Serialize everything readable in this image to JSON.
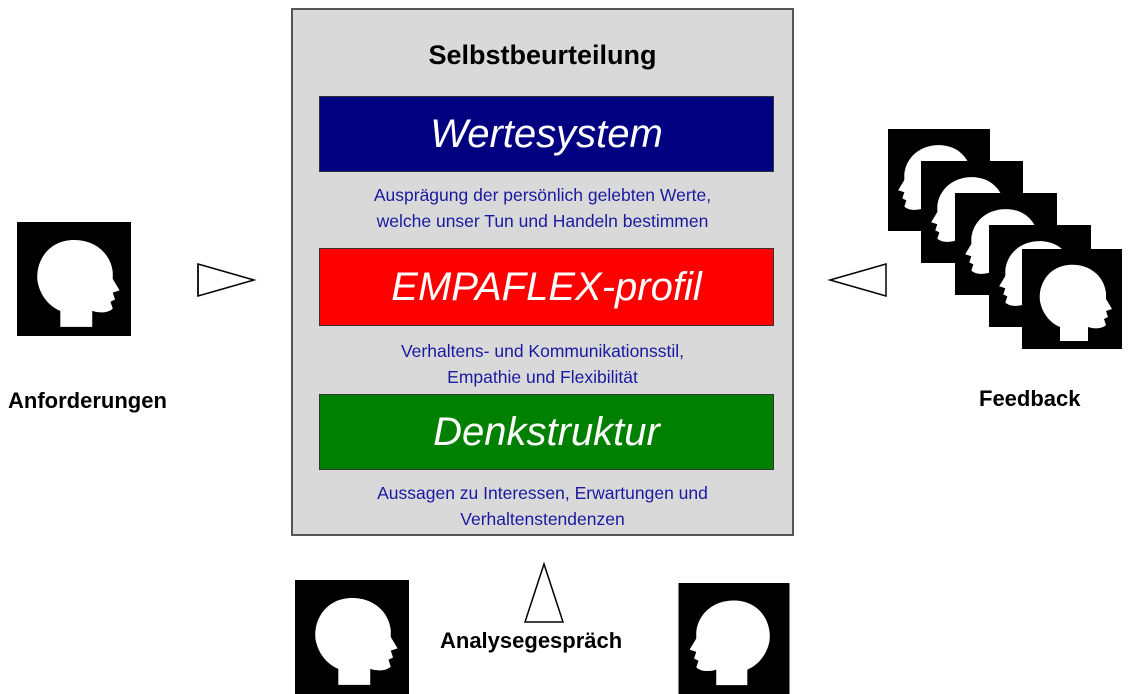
{
  "panel": {
    "title": "Selbstbeurteilung",
    "sections": [
      {
        "label": "Wertesystem",
        "color": "#000080",
        "description": [
          "Ausprägung der persönlich gelebten Werte,",
          "welche unser Tun und Handeln bestimmen"
        ]
      },
      {
        "label": "EMPAFLEX-profil",
        "color": "#ff0000",
        "description": [
          "Verhaltens- und Kommunikationsstil,",
          "Empathie und Flexibilität"
        ]
      },
      {
        "label": "Denkstruktur",
        "color": "#008000",
        "description": [
          "Aussagen zu Interessen, Erwartungen und",
          "Verhaltenstendenzen"
        ]
      }
    ]
  },
  "left": {
    "label": "Anforderungen"
  },
  "right": {
    "label": "Feedback"
  },
  "bottom": {
    "label": "Analysegespräch"
  },
  "icons": [
    "head-silhouette-icon",
    "arrow-right-icon",
    "arrow-left-icon",
    "arrow-up-icon"
  ]
}
